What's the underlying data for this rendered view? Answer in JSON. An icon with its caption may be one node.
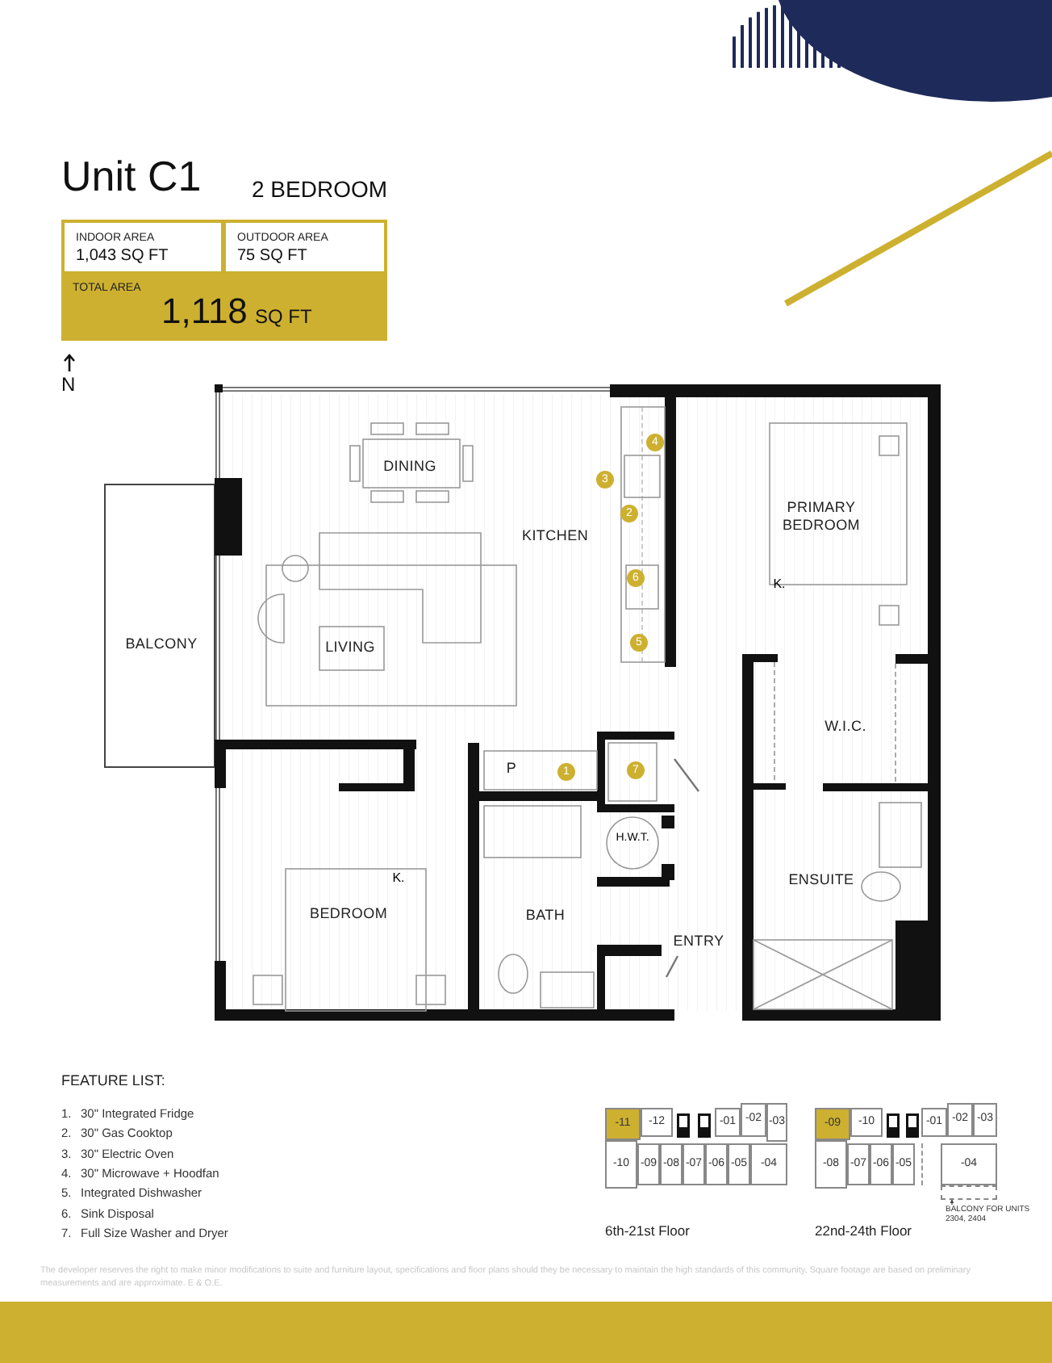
{
  "diagram": {
    "title": "Unit C1",
    "nodes": [
      {
        "text": [
          "INDOOR AREA",
          "1,043 SQ FT"
        ]
      },
      {
        "text": [
          "OUTDOOR AREA",
          "75 SQ FT"
        ]
      },
      {
        "text": [
          "TOTAL AREA",
          "1,118",
          "SQ FT"
        ]
      },
      {
        "text": [
          "BALCONY FOR UNITS 2304, 2404"
        ]
      },
      {
        "text": [],
        "shape": "box"
      }
    ],
    "edges": [
      {
        "from": 3,
        "to": 4,
        "arrow": "to"
      }
    ],
    "labels": [
      "2 BEDROOM",
      "N",
      "DINING",
      "KITCHEN",
      "PRIMARY BEDROOM",
      "K.",
      "BALCONY",
      "LIVING",
      "W.I.C.",
      "P",
      "H.W.T.",
      "K.",
      "ENSUITE",
      "BEDROOM",
      "BATH",
      "ENTRY",
      "4",
      "3",
      "2",
      "6",
      "5",
      "1",
      "7",
      "FEATURE LIST:",
      "1.",
      "30\" Integrated Fridge",
      "2.",
      "30\" Gas Cooktop",
      "3.",
      "30\" Electric Oven",
      "4.",
      "30\" Microwave + Hoodfan",
      "5.",
      "Integrated Dishwasher",
      "6.",
      "Sink Disposal",
      "7.",
      "Full Size Washer and Dryer",
      "-11",
      "-12",
      "-01",
      "-02",
      "-03",
      "-10",
      "-09",
      "-08",
      "-07",
      "-06",
      "-05",
      "-04",
      "6th-21st Floor",
      "-09",
      "-10",
      "-01",
      "-02",
      "-03",
      "-08",
      "-07",
      "-06",
      "-05",
      "-04",
      "22nd-24th Floor",
      "The developer reserves the right to make minor modifications to suite and furniture layout, specifications and floor plans should they be necessary to maintain the high standards of this community. Square footage are based on preliminary measurements and are approximate. E & O.E."
    ]
  }
}
